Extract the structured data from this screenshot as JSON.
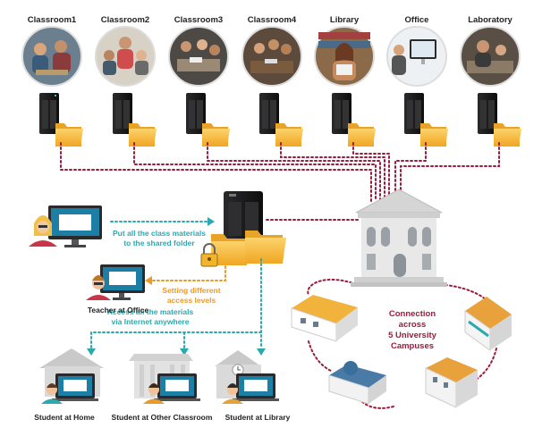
{
  "locations": [
    {
      "label": "Classroom1"
    },
    {
      "label": "Classroom2"
    },
    {
      "label": "Classroom3"
    },
    {
      "label": "Classroom4"
    },
    {
      "label": "Library"
    },
    {
      "label": "Office"
    },
    {
      "label": "Laboratory"
    }
  ],
  "annotations": {
    "put_materials": [
      "Put all the class materials",
      "to the shared folder"
    ],
    "access_levels": [
      "Setting different",
      "access levels"
    ],
    "internet_access": [
      "Access all the materials",
      "via Internet anywhere"
    ],
    "connection": [
      "Connection",
      "across",
      "5 University",
      "Campuses"
    ]
  },
  "people": {
    "teacher_office": "Teacher at Office",
    "student_home": "Student at Home",
    "student_classroom": "Student at Other Classroom",
    "student_library": "Student at Library"
  },
  "colors": {
    "dotted_red": "#9e1a3c",
    "dotted_teal": "#2aa9b0",
    "dotted_orange": "#e89a2b",
    "teal_text": "#2aa9b0",
    "orange_text": "#e89a2b",
    "maroon_text": "#9e1a3c",
    "folder": "#f6b93b",
    "nas": "#1d1d1f"
  }
}
